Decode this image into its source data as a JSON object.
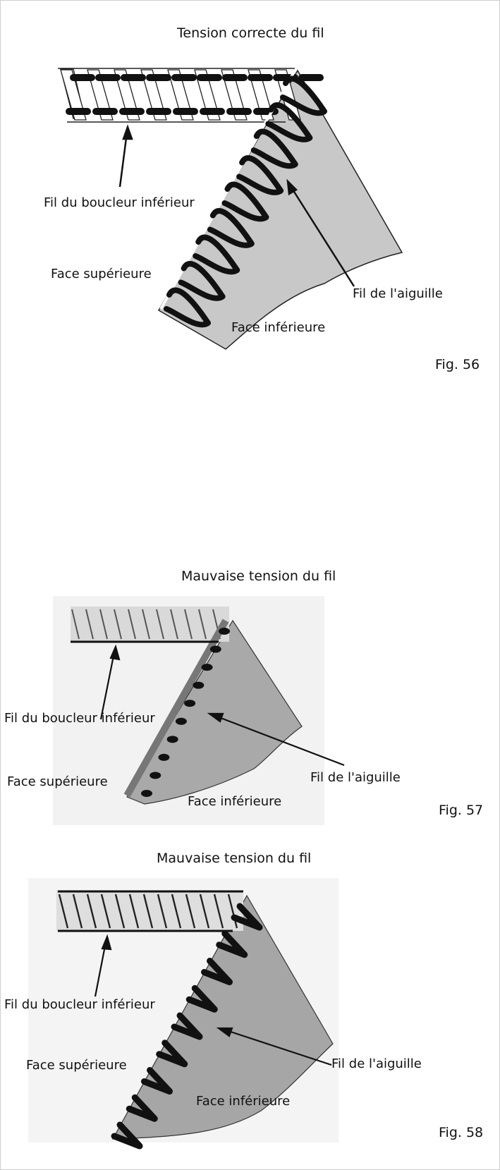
{
  "fig56": {
    "title": "Tension correcte du fil",
    "lower_looper_label": "Fil du boucleur inférieur",
    "upper_side_label": "Face supérieure",
    "needle_thread_label": "Fil de l'aiguille",
    "lower_side_label": "Face inférieure",
    "fig_label": "Fig. 56"
  },
  "fig57": {
    "title": "Mauvaise tension du fil",
    "lower_looper_label": "Fil du boucleur inférieur",
    "upper_side_label": "Face supérieure",
    "needle_thread_label": "Fil de l'aiguille",
    "lower_side_label": "Face inférieure",
    "fig_label": "Fig. 57"
  },
  "fig58": {
    "title": "Mauvaise tension du fil",
    "lower_looper_label": "Fil du boucleur inférieur",
    "upper_side_label": "Face supérieure",
    "needle_thread_label": "Fil de l'aiguille",
    "lower_side_label": "Face inférieure",
    "fig_label": "Fig. 58"
  },
  "colors": {
    "fabric": "#c8c8c8",
    "thread": "#111111",
    "upper_thread": "#ffffff"
  }
}
